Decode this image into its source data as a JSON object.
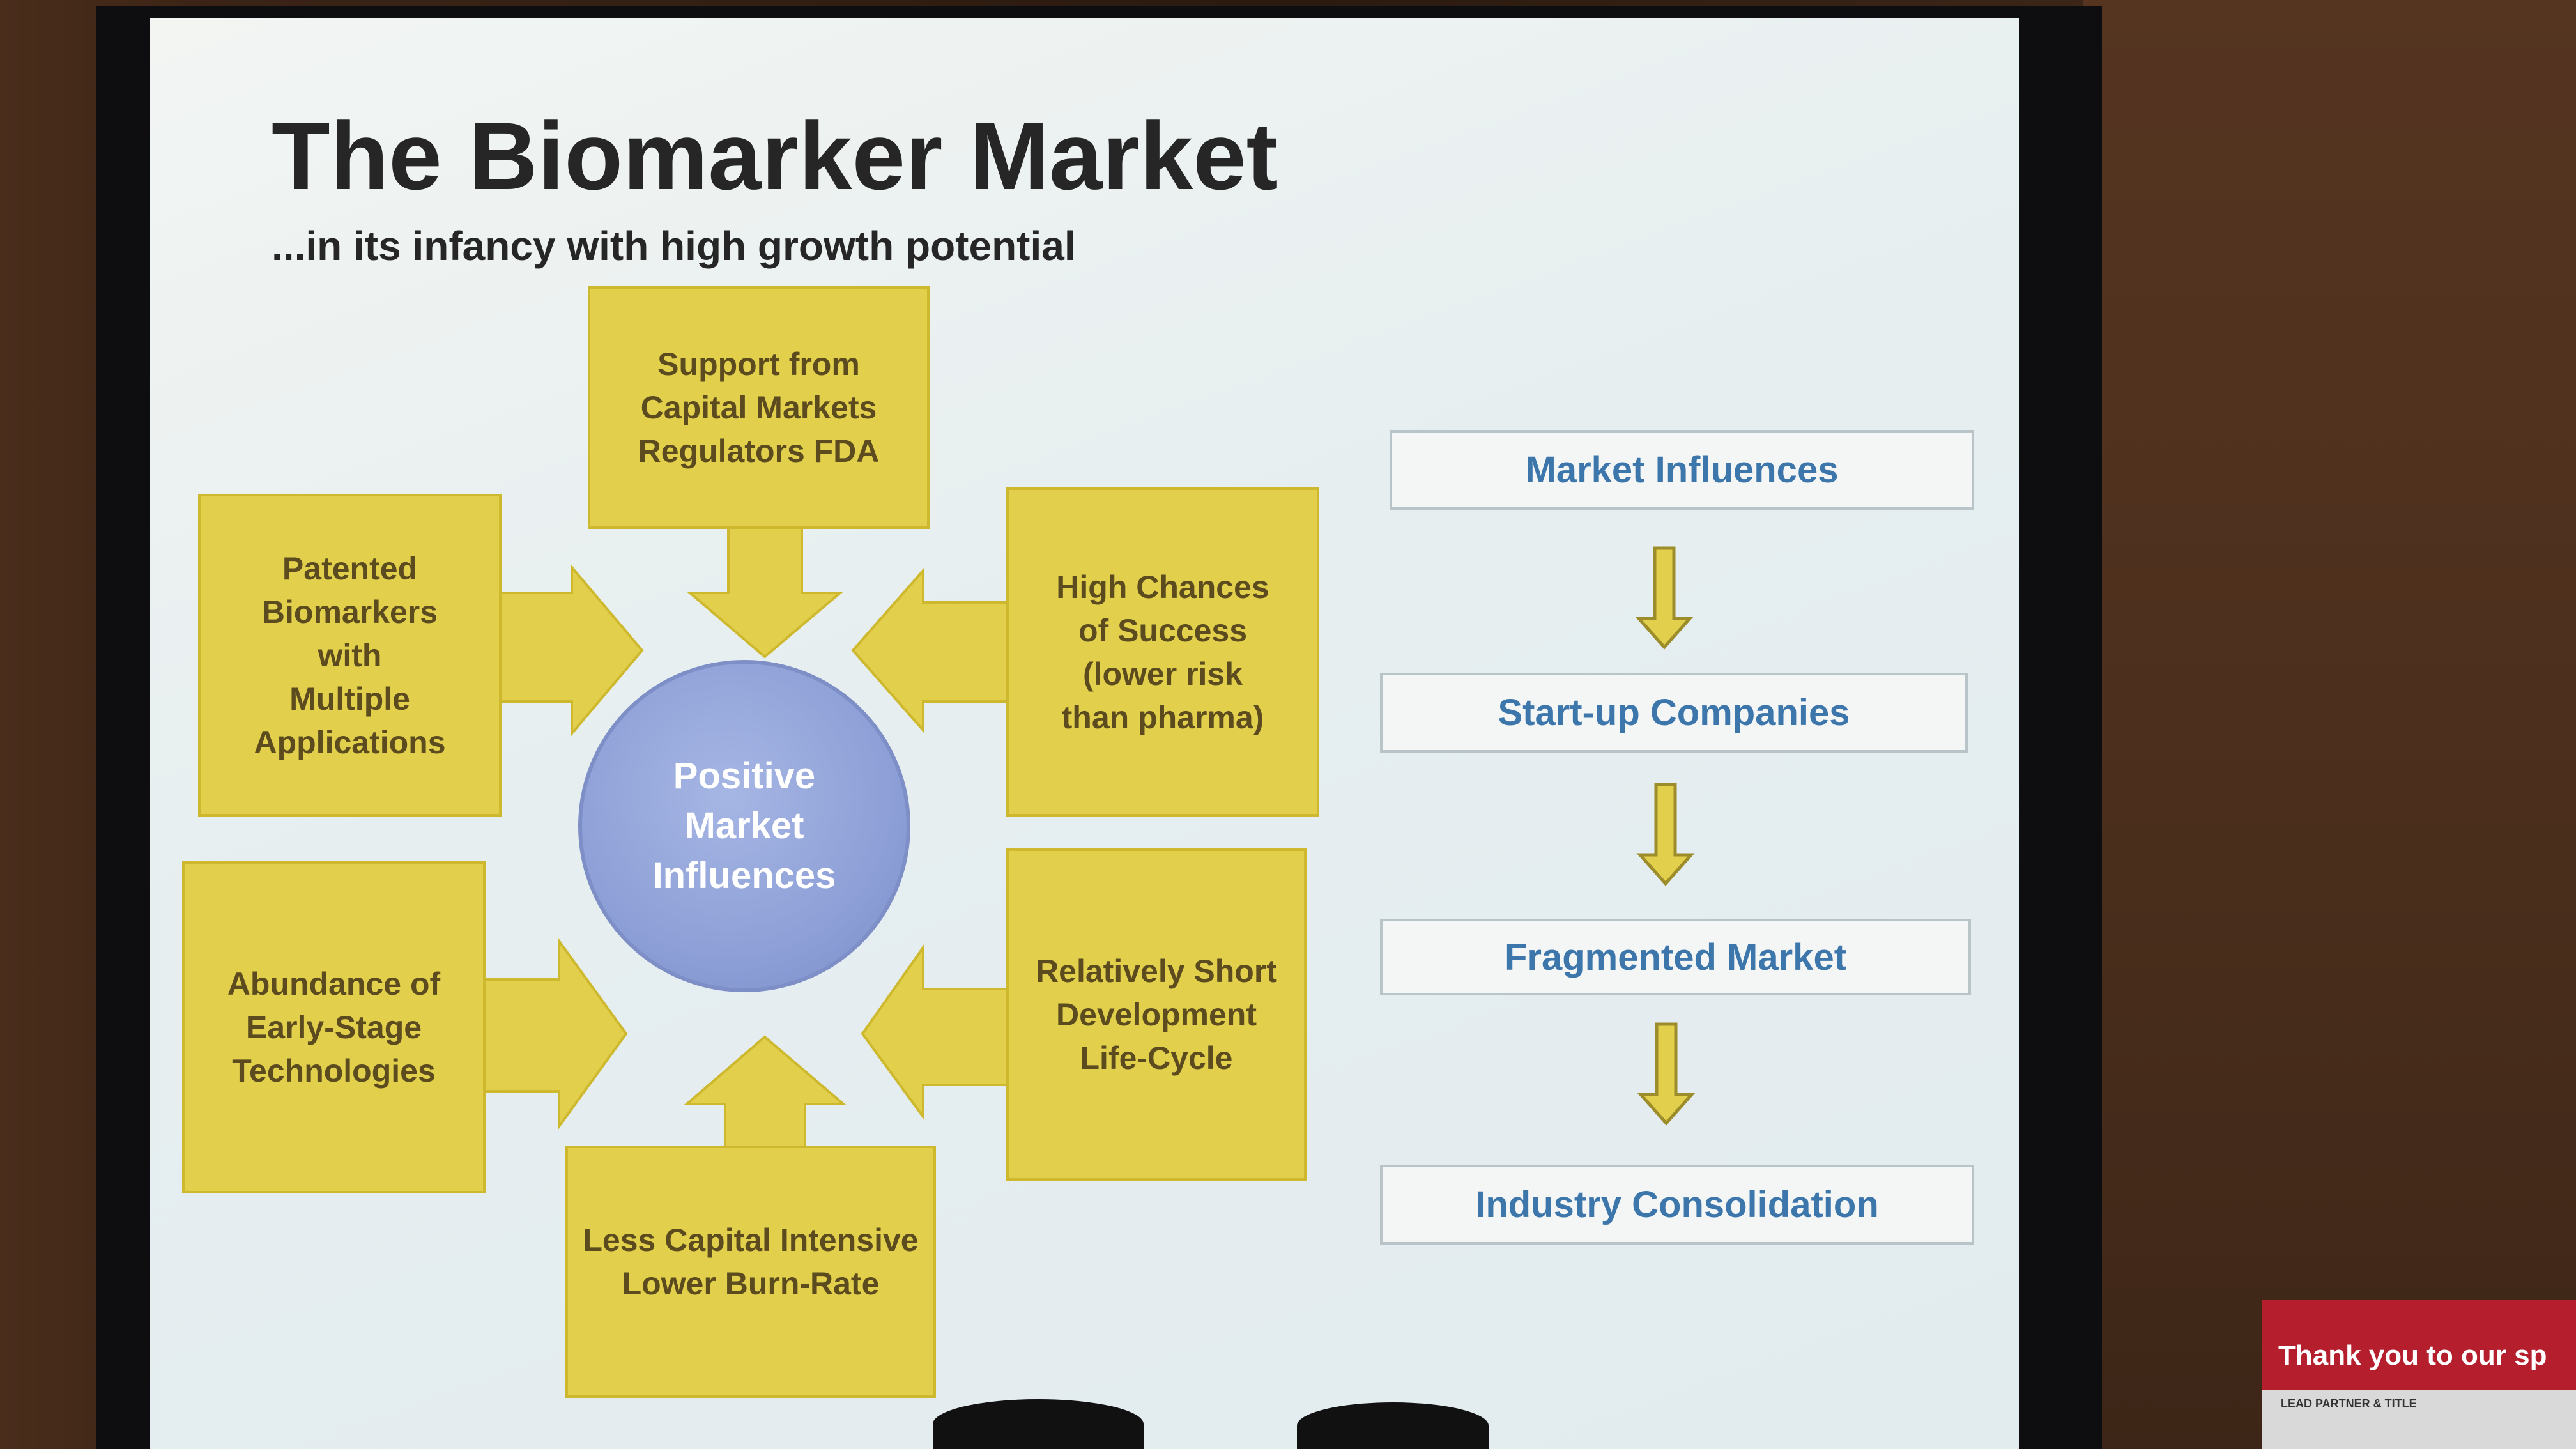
{
  "slide": {
    "title": "The Biomarker Market",
    "subtitle": "...in its infancy with high growth potential"
  },
  "hub": {
    "label": "Positive\nMarket\nInfluences"
  },
  "factors": {
    "top": "Support from\nCapital Markets\nRegulators FDA",
    "upper_left": "Patented\nBiomarkers\nwith\nMultiple\nApplications",
    "upper_right": "High Chances\nof Success\n(lower risk\nthan pharma)",
    "lower_left": "Abundance of\nEarly-Stage\nTechnologies",
    "lower_right": "Relatively Short\nDevelopment\nLife-Cycle",
    "bottom": "Less Capital Intensive\nLower Burn-Rate"
  },
  "flow": {
    "steps": [
      "Market Influences",
      "Start-up Companies",
      "Fragmented Market",
      "Industry Consolidation"
    ]
  },
  "banner": {
    "text": "Thank you to our sp",
    "small": "LEAD PARTNER & TITLE"
  },
  "colors": {
    "box_fill": "#e2d04c",
    "hub_fill": "#8c9ed6",
    "flow_text": "#3c76ab",
    "banner": "#b51e2c"
  }
}
